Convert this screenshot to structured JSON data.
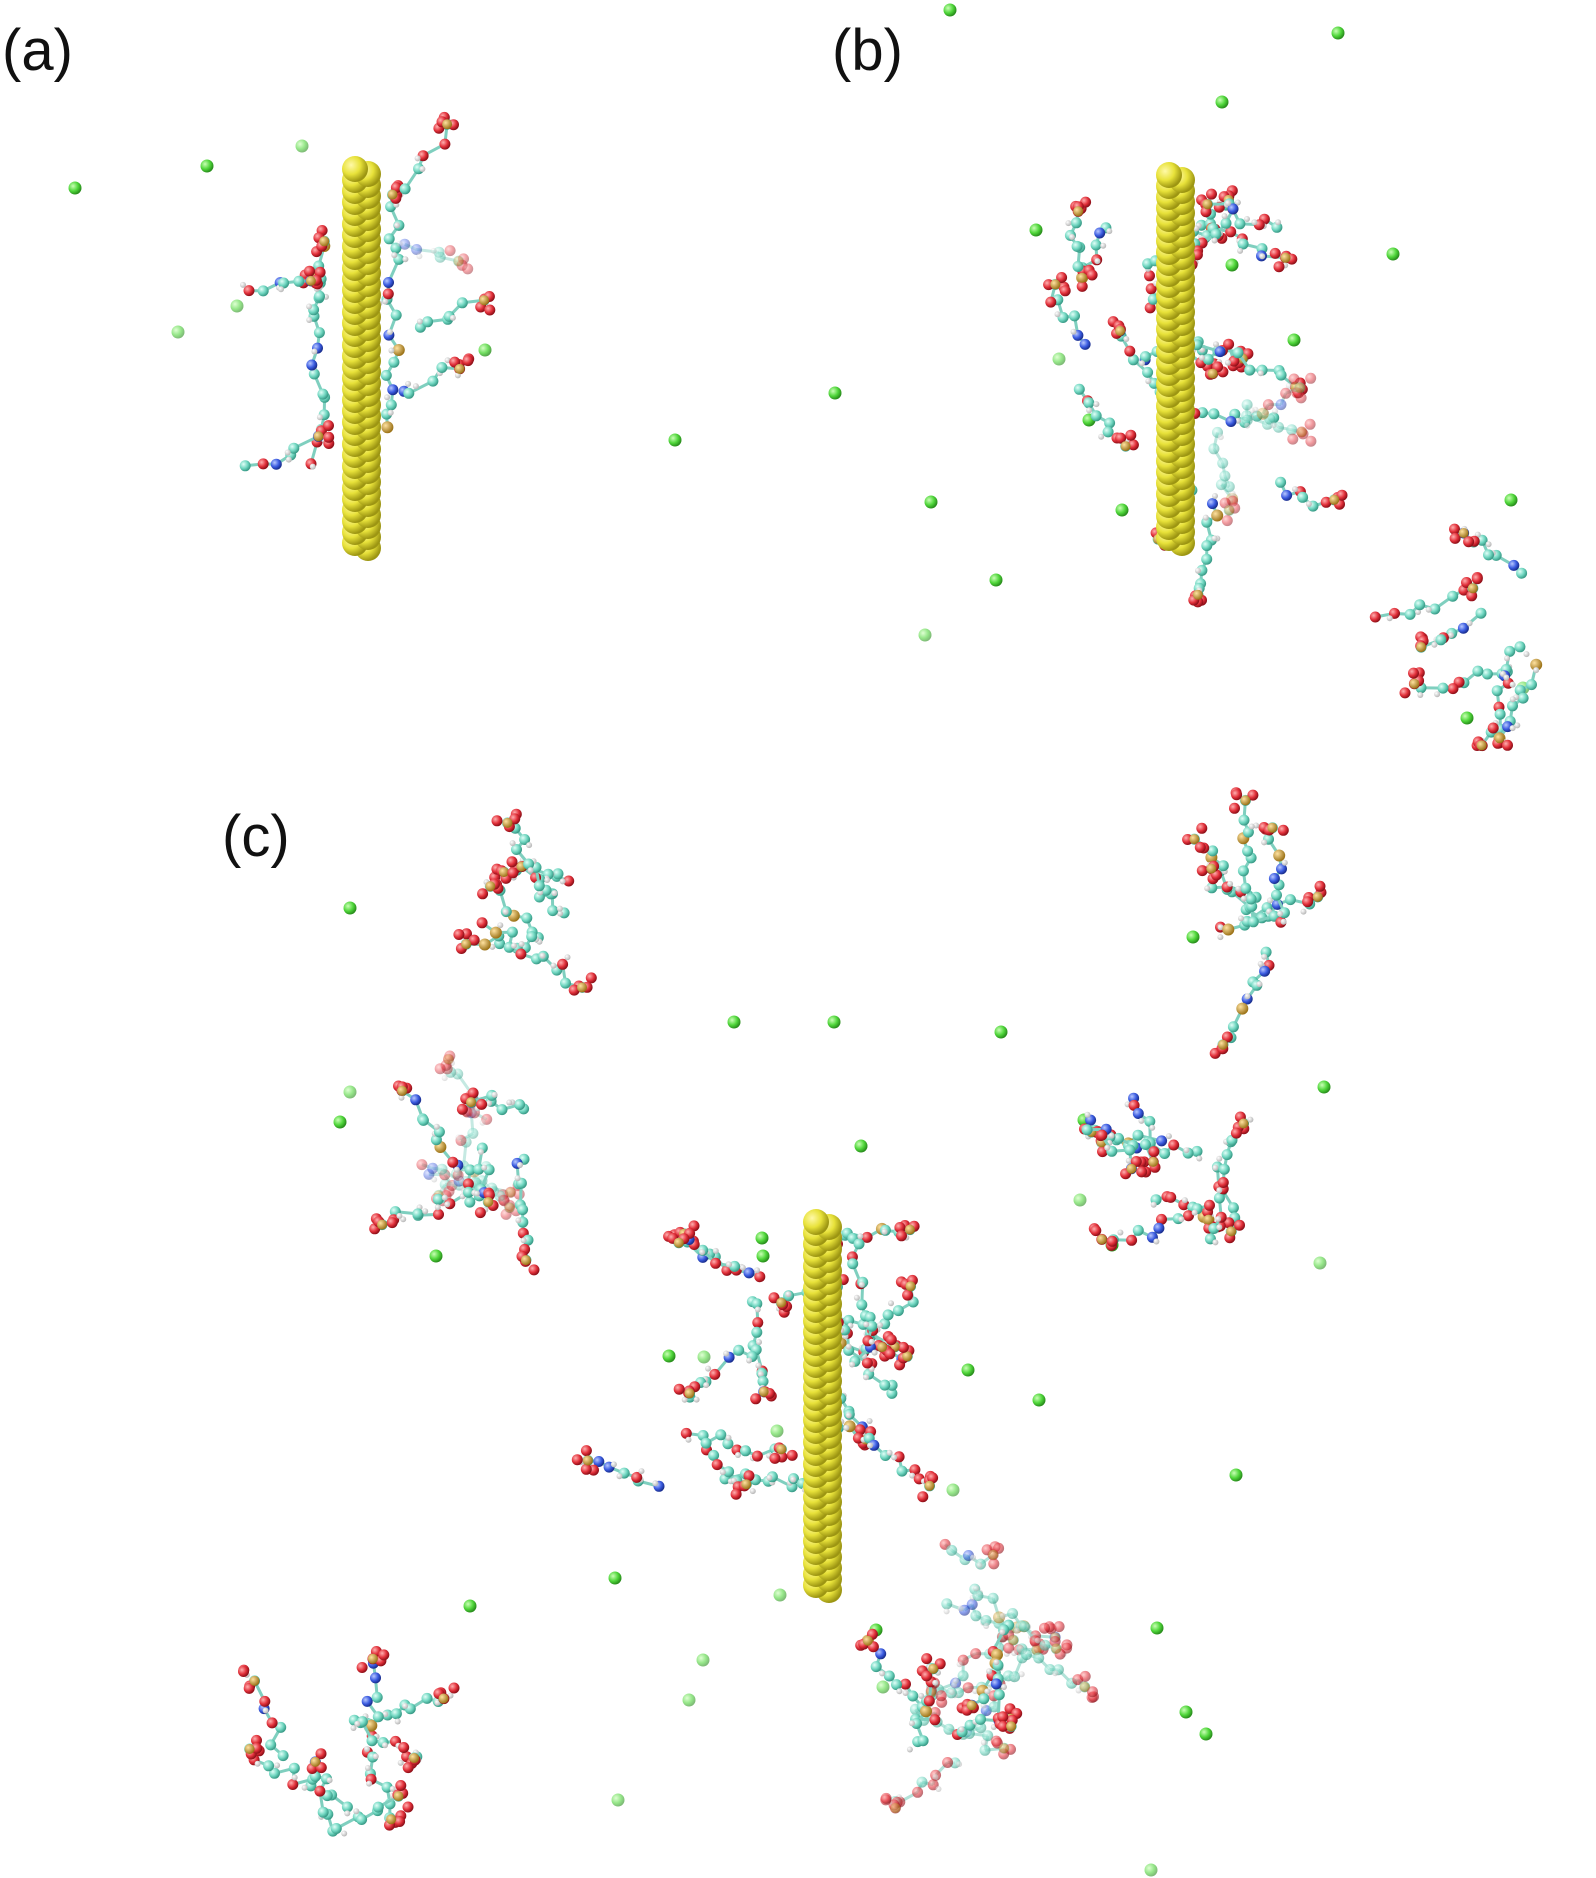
{
  "figure": {
    "panels": [
      {
        "id": "a",
        "label": "(a)"
      },
      {
        "id": "b",
        "label": "(b)"
      },
      {
        "id": "c",
        "label": "(c)"
      }
    ]
  },
  "colors": {
    "background": "#ffffff",
    "nanotube": "#e8e23a",
    "nanotube_shade": "#b9b31c",
    "ion": "#4fd63a",
    "carbon": "#6fd6c0",
    "oxygen": "#e2303a",
    "nitrogen": "#3a5be0",
    "hydrogen": "#e8e8e8",
    "phosphorus": "#c8a03a"
  }
}
